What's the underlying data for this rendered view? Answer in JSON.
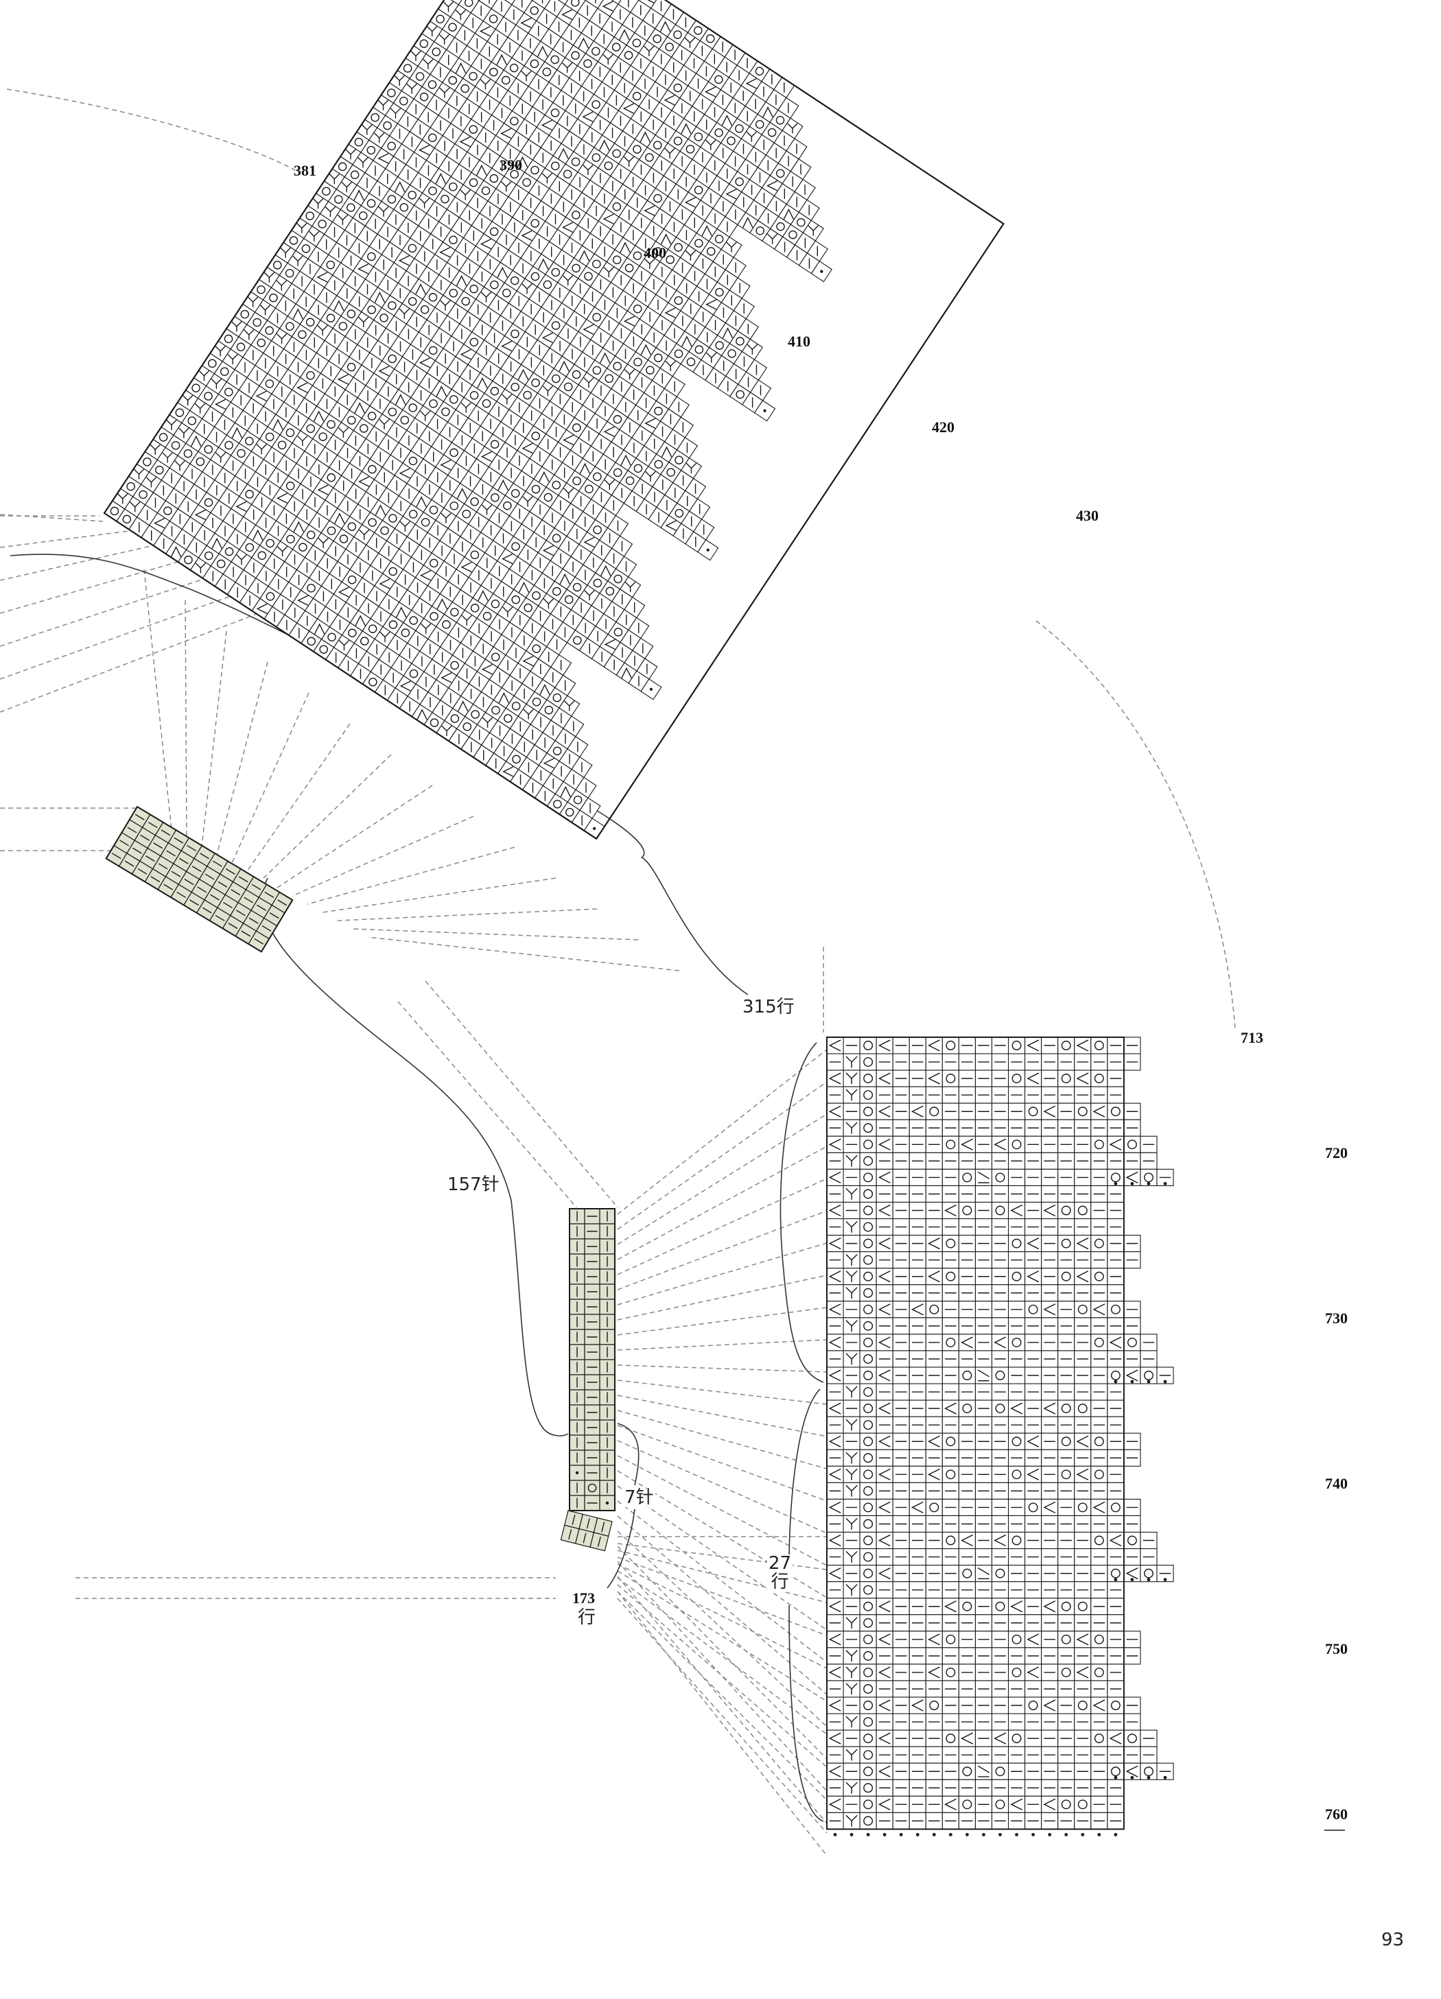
{
  "diagram": {
    "top_chart": {
      "row_labels": [
        "381",
        "390",
        "400",
        "410",
        "420",
        "430"
      ]
    },
    "right_chart": {
      "row_labels": [
        "713",
        "720",
        "730",
        "740",
        "750",
        "760"
      ]
    },
    "annotations": {
      "rows_315": "315行",
      "stitches_157": "157针",
      "stitches_7": "7针",
      "rows_27": "27\n行",
      "row_173_number": "173",
      "row_173_unit": "行"
    },
    "page_number": "93",
    "symbols": [
      "knit",
      "purl",
      "yarn-over",
      "k2tog",
      "ssk",
      "s2kp",
      "bind-off",
      "cast-on"
    ],
    "colors": {
      "ink": "#1a1a1a",
      "swatch_fill": "#dfe3cf",
      "leader_line": "#888888"
    }
  }
}
